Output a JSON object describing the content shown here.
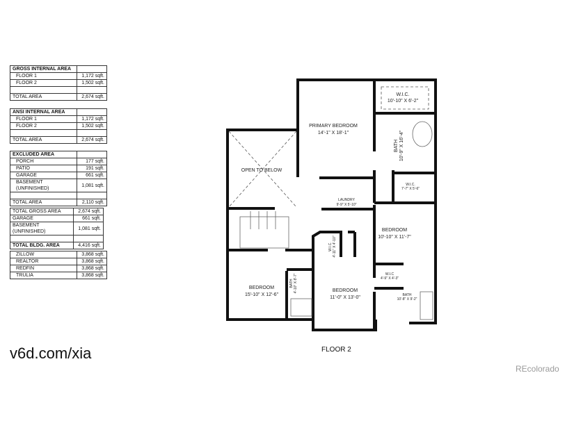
{
  "tables": {
    "gross": {
      "header": "GROSS INTERNAL AREA",
      "rows": [
        {
          "label": "FLOOR 1",
          "value": "1,172 sqft."
        },
        {
          "label": "FLOOR 2",
          "value": "1,502 sqft."
        }
      ],
      "total_label": "TOTAL AREA",
      "total_value": "2,674 sqft."
    },
    "ansi": {
      "header": "ANSI INTERNAL AREA",
      "rows": [
        {
          "label": "FLOOR 1",
          "value": "1,172 sqft."
        },
        {
          "label": "FLOOR 2",
          "value": "1,502 sqft."
        }
      ],
      "total_label": "TOTAL AREA",
      "total_value": "2,674 sqft."
    },
    "excluded": {
      "header": "EXCLUDED AREA",
      "rows": [
        {
          "label": "PORCH",
          "value": "177 sqft."
        },
        {
          "label": "PATIO",
          "value": "191 sqft."
        },
        {
          "label": "GARAGE",
          "value": "661 sqft."
        },
        {
          "label": "BASEMENT (UNFINISHED)",
          "value": "1,081 sqft."
        }
      ],
      "total_label": "TOTAL AREA",
      "total_value": "2,110 sqft."
    },
    "building": {
      "rows": [
        {
          "label": "TOTAL GROSS AREA",
          "value": "2,674 sqft."
        },
        {
          "label": "GARAGE",
          "value": "661 sqft."
        },
        {
          "label": "BASEMENT (UNFINISHED)",
          "value": "1,081 sqft."
        }
      ],
      "total_label": "TOTAL BLDG. AREA",
      "total_value": "4,416 sqft."
    },
    "sites": {
      "rows": [
        {
          "label": "ZILLOW",
          "value": "3,868 sqft."
        },
        {
          "label": "REALTOR",
          "value": "3,868 sqft."
        },
        {
          "label": "REDFIN",
          "value": "3,868 sqft."
        },
        {
          "label": "TRULIA",
          "value": "3,868 sqft."
        }
      ]
    }
  },
  "rooms": {
    "primary": {
      "name": "PRIMARY BEDROOM",
      "dim": "14'-1\" X 18'-1\""
    },
    "wic1": {
      "name": "W.I.C.",
      "dim": "10'-10\" X 6'-2\""
    },
    "bath1": {
      "name": "BATH",
      "dim": "10'-9\" X 16'-4\""
    },
    "open": {
      "name": "OPEN TO BELOW"
    },
    "laundry": {
      "name": "LAUNDRY",
      "dim": "9'-9\" X 5'-10\""
    },
    "wic2": {
      "name": "W.I.C.",
      "dim": "7'-7\" X 5'-6\""
    },
    "bed2": {
      "name": "BEDROOM",
      "dim": "10'-10\" X 11'-7\""
    },
    "wic3": {
      "name": "W.I.C.",
      "dim": "4'-11\" X 4'-10\""
    },
    "bed3": {
      "name": "BEDROOM",
      "dim": "15'-10\" X 12'-6\""
    },
    "bath2": {
      "name": "BATH",
      "dim": "4'-10\" X 8'-7\""
    },
    "bed4": {
      "name": "BEDROOM",
      "dim": "11'-0\" X 13'-0\""
    },
    "wic4": {
      "name": "W.I.C",
      "dim": "4'-9\" X 4'-3\""
    },
    "bath3": {
      "name": "BATH",
      "dim": "10'-8\" X 9'-2\""
    }
  },
  "floor_label": "FLOOR 2",
  "url": "v6d.com/xia",
  "brand": "REcolorado"
}
